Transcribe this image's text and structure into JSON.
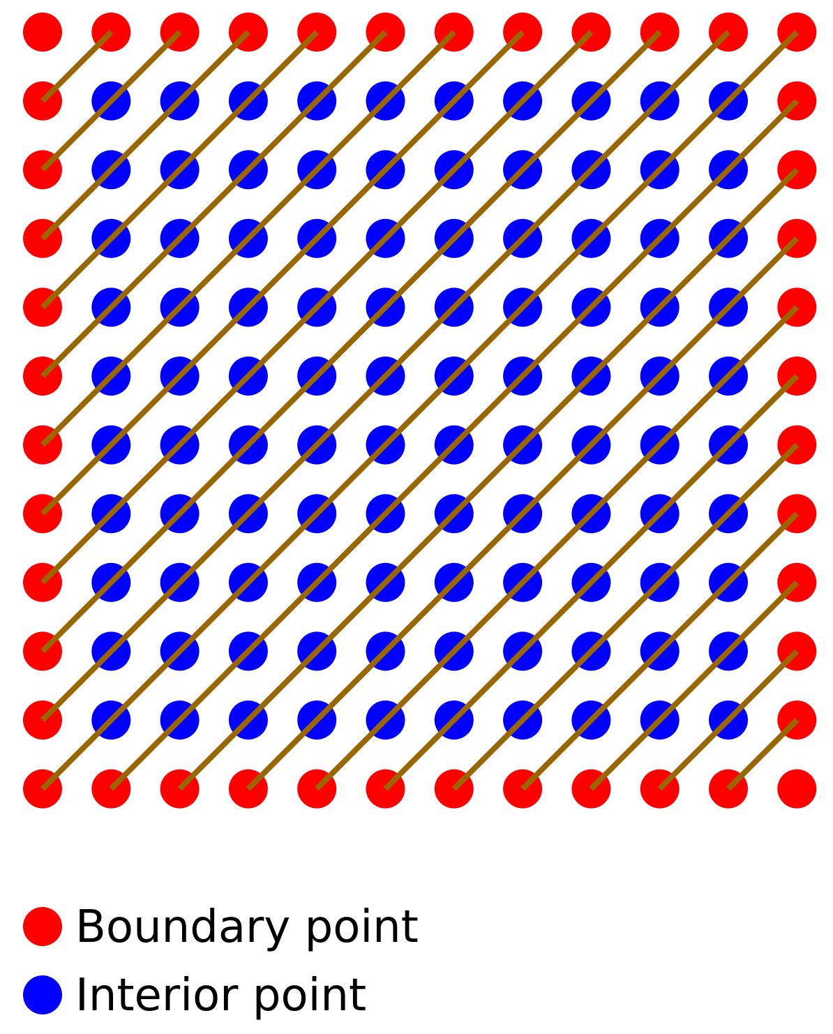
{
  "grid": {
    "columns": 12,
    "rows": 12
  },
  "colors": {
    "boundary": "#ff0000",
    "interior": "#0000ff",
    "line": "#996600",
    "background": "#ffffff",
    "text": "#000000"
  },
  "legend": {
    "boundary": {
      "label": "Boundary point",
      "color": "#ff0000"
    },
    "interior": {
      "label": "Interior point",
      "color": "#0000ff"
    }
  }
}
